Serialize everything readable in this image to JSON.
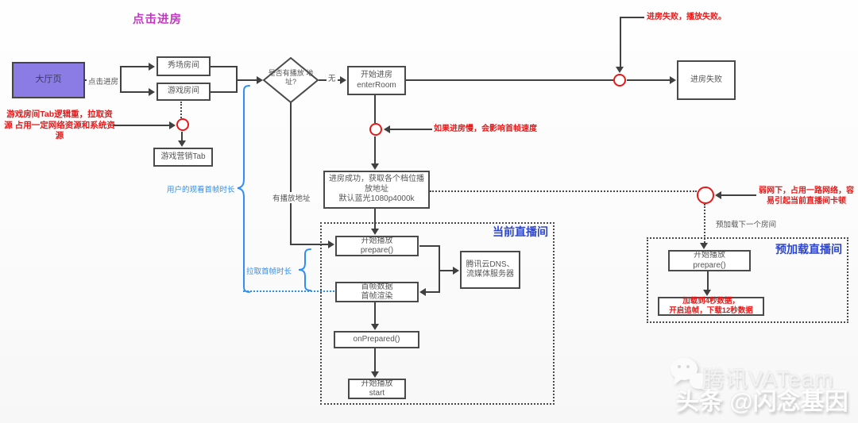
{
  "title": {
    "text": "点击进房"
  },
  "colors": {
    "magenta": "#c636c6",
    "red": "#e81818",
    "blue_region_title": "#2d46cf",
    "blue_brace": "#2e8ef5",
    "purple_node": "#8a7ce4",
    "line": "#404040"
  },
  "nodes": {
    "lobby": {
      "label": "大厅页"
    },
    "show_room": {
      "label": "秀场房间"
    },
    "game_room": {
      "label": "游戏房间"
    },
    "game_tab": {
      "label": "游戏营销Tab"
    },
    "decision": {
      "line1": "是否有播放",
      "line2": "地址?"
    },
    "enter_room": {
      "line1": "开始进房",
      "line2": "enterRoom"
    },
    "enter_fail": {
      "label": "进房失败"
    },
    "enter_success": {
      "line1": "进房成功，获取各个档位播",
      "line2": "放地址",
      "line3": "默认蓝光1080p4000k"
    },
    "prepare": {
      "line1": "开始播放",
      "line2": "prepare()"
    },
    "dns": {
      "line1": "腾讯云DNS、",
      "line2": "流媒体服务器"
    },
    "first_frame": {
      "line1": "首帧数据",
      "line2": "首帧渲染"
    },
    "on_prepared": {
      "label": "onPrepared()"
    },
    "start": {
      "line1": "开始播放",
      "line2": "start"
    },
    "preload_prepare": {
      "line1": "开始播放",
      "line2": "prepare()"
    },
    "preload_load": {
      "line1": "加载到4秒数据，",
      "line2": "开启追帧，下载12秒数据"
    }
  },
  "edges": {
    "click_enter": "点击进房",
    "no_url": "无",
    "has_url": "有播放地址",
    "preload_next": "预加载下一个房间"
  },
  "regions": {
    "current_room": "当前直播间",
    "preload_room": "预加载直播间"
  },
  "annotations": {
    "game_tab_note_1": "游戏房间Tab逻辑重，拉取资源",
    "game_tab_note_2": "占用一定网络资源和系统资源",
    "enter_fail_note": "进房失败，播放失败。",
    "slow_enter_note": "如果进房慢，会影响首帧速度",
    "weak_net_note_1": "弱网下，占用一路网络，容",
    "weak_net_note_2": "易引起当前直播间卡顿",
    "watch_duration": "用户的观看首帧时长",
    "pull_duration": "拉取首帧时长"
  },
  "watermark": {
    "team": "腾讯VATeam",
    "source": "头条 @闪念基因",
    "icon": "wechat-icon"
  }
}
